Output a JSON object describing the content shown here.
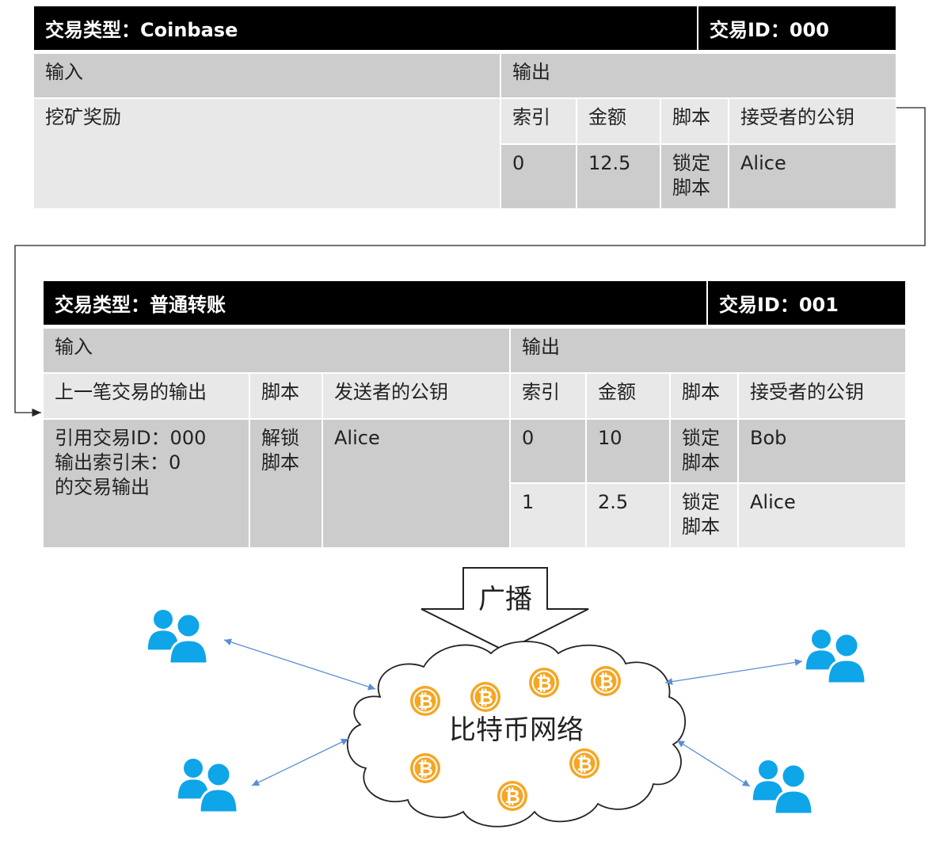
{
  "tx1": {
    "type_label": "交易类型：Coinbase",
    "id_label": "交易ID：000",
    "input_header": "输入",
    "output_header": "输出",
    "input_value": "挖矿奖励",
    "output_columns": [
      "索引",
      "金额",
      "脚本",
      "接受者的公钥"
    ],
    "output_rows": [
      {
        "index": "0",
        "amount": "12.5",
        "script": "锁定\n脚本",
        "pubkey": "Alice"
      }
    ]
  },
  "tx2": {
    "type_label": "交易类型：普通转账",
    "id_label": "交易ID：001",
    "input_header": "输入",
    "output_header": "输出",
    "input_columns": [
      "上一笔交易的输出",
      "脚本",
      "发送者的公钥"
    ],
    "input_row": {
      "prev_output": "引用交易ID：000\n输出索引未：0\n的交易输出",
      "script": "解锁\n脚本",
      "pubkey": "Alice"
    },
    "output_columns": [
      "索引",
      "金额",
      "脚本",
      "接受者的公钥"
    ],
    "output_rows": [
      {
        "index": "0",
        "amount": "10",
        "script": "锁定\n脚本",
        "pubkey": "Bob"
      },
      {
        "index": "1",
        "amount": "2.5",
        "script": "锁定\n脚本",
        "pubkey": "Alice"
      }
    ]
  },
  "broadcast_label": "广播",
  "network_label": "比特币网络",
  "colors": {
    "user": "#0ea5e9",
    "coin": "#f5a623",
    "arrow": "#5b8ed6",
    "header": "#000000"
  }
}
